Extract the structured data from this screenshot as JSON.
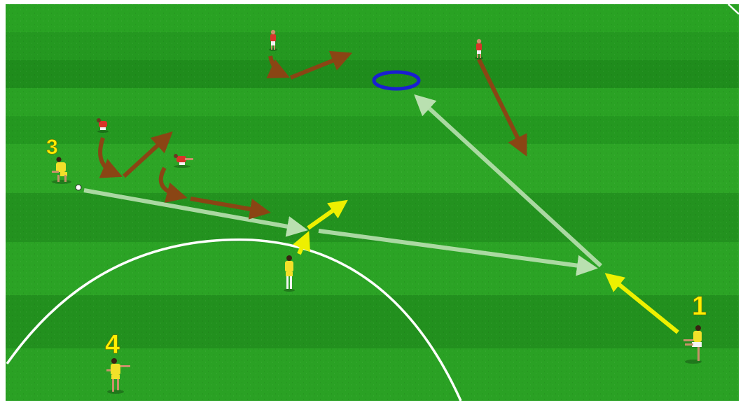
{
  "diagram": {
    "labels": [
      {
        "id": "player-1",
        "text": "1"
      },
      {
        "id": "player-3",
        "text": "3"
      },
      {
        "id": "player-4",
        "text": "4"
      }
    ],
    "colors": {
      "pitch_dark": "#1f8a1b",
      "pitch_light": "#33ad2a",
      "pitch_line": "#ffffff",
      "pass_arrow": "#b9e0b0",
      "run_arrow_attack": "#eef000",
      "run_arrow_defend": "#8a4514",
      "target_zone": "#1a1fd1",
      "attacker_kit": "#f2e02a",
      "defender_kit": "#d8342a",
      "label": "#ffee00"
    },
    "icons": {
      "attacker": "yellow-player-icon",
      "defender": "red-player-icon",
      "ball": "ball-icon",
      "target": "target-zone-icon"
    }
  }
}
